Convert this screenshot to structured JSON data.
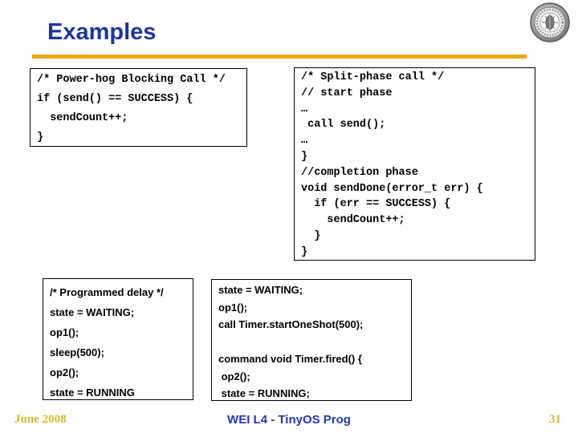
{
  "slide": {
    "title": "Examples",
    "boxes": {
      "blocking": {
        "lines": [
          "/* Power-hog Blocking Call */",
          "if (send() == SUCCESS) {",
          "  sendCount++;",
          "}"
        ]
      },
      "split_phase": {
        "lines": [
          "/* Split-phase call */",
          "// start phase",
          "…",
          " call send();",
          "…",
          "}",
          "//completion phase",
          "void sendDone(error_t err) {",
          "  if (err == SUCCESS) {",
          "    sendCount++;",
          "  }",
          "}"
        ]
      },
      "programmed_delay": {
        "lines": [
          "/* Programmed delay */",
          "state = WAITING;",
          "op1();",
          "sleep(500);",
          "op2();",
          "state = RUNNING"
        ]
      },
      "timer_split": {
        "lines": [
          "state = WAITING;",
          "op1();",
          "call Timer.startOneShot(500);",
          "",
          "command void Timer.fired() {",
          " op2();",
          " state = RUNNING;"
        ]
      }
    },
    "footer": {
      "date": "June 2008",
      "center": "WEI L4 - TinyOS Prog",
      "page_number": "31"
    },
    "colors": {
      "title_blue": "#1c35a0",
      "rule_gold": "#efa711",
      "footer_gold": "#d6b930",
      "footer_blue": "#1f37b8"
    }
  }
}
